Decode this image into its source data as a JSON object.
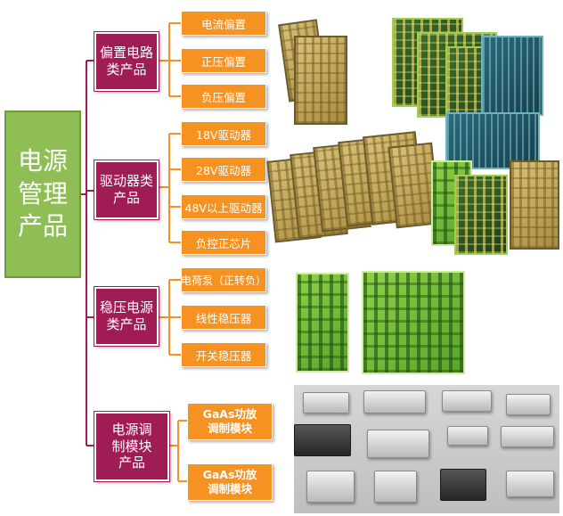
{
  "root": {
    "label": "电源管理产品"
  },
  "categories": [
    {
      "label": "偏置电路\n类产品",
      "items": [
        "电流偏置",
        "正压偏置",
        "负压偏置"
      ]
    },
    {
      "label": "驱动器类\n产品",
      "items": [
        "18V驱动器",
        "28V驱动器",
        "48V以上驱动器",
        "负控正芯片"
      ]
    },
    {
      "label": "稳压电源\n类产品",
      "items": [
        "电荷泵（正转负）",
        "线性稳压器",
        "开关稳压器"
      ]
    },
    {
      "label": "电源调\n制模块\n产品",
      "items": [
        "GaAs功放\n调制模块",
        "GaAs功放\n调制模块"
      ]
    }
  ],
  "colors": {
    "root": "#8fbe55",
    "category": "#a01c55",
    "leaf": "#f69221",
    "connector": "#a01c55"
  }
}
